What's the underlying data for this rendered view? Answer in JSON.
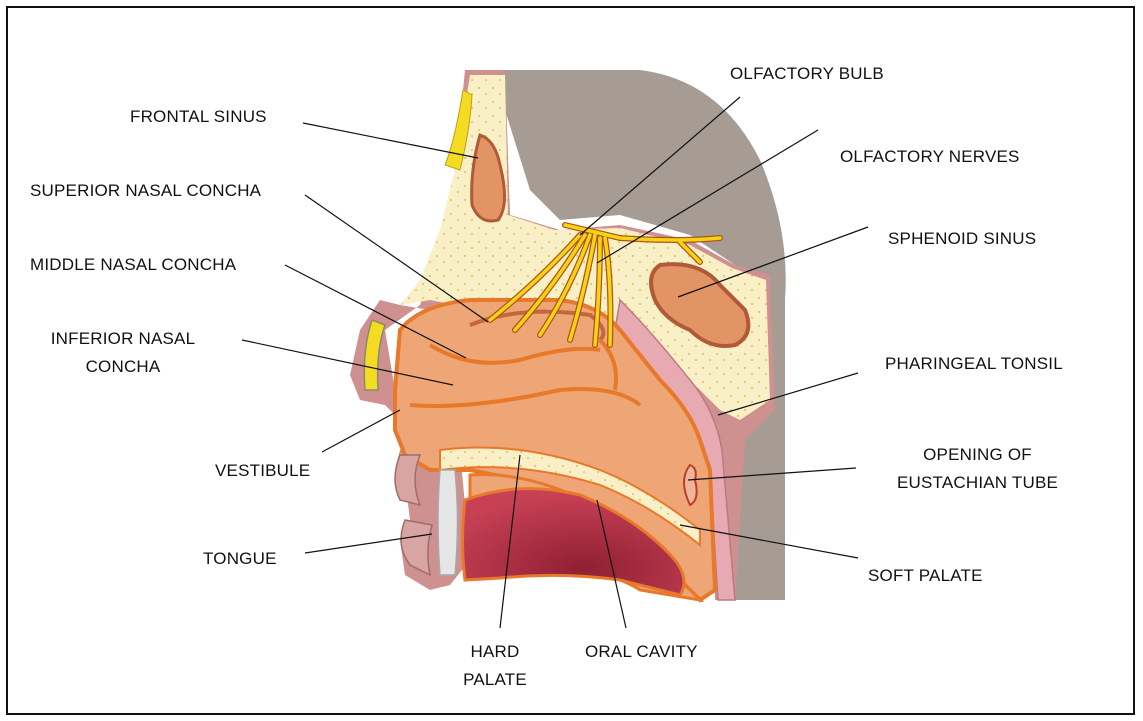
{
  "labels": {
    "frontal_sinus": "FRONTAL SINUS",
    "superior_nasal_concha": "SUPERIOR NASAL CONCHA",
    "middle_nasal_concha": "MIDDLE NASAL CONCHA",
    "inferior_nasal_concha_1": "INFERIOR NASAL",
    "inferior_nasal_concha_2": "CONCHA",
    "vestibule": "VESTIBULE",
    "tongue": "TONGUE",
    "hard_palate_1": "HARD",
    "hard_palate_2": "PALATE",
    "oral_cavity": "ORAL CAVITY",
    "olfactory_bulb": "OLFACTORY BULB",
    "olfactory_nerves": "OLFACTORY NERVES",
    "sphenoid_sinus": "SPHENOID SINUS",
    "pharyngeal_tonsil": "PHARINGEAL TONSIL",
    "eustachian_1": "OPENING OF",
    "eustachian_2": "EUSTACHIAN TUBE",
    "soft_palate": "SOFT PALATE"
  },
  "colors": {
    "skin": "#c98a8a",
    "bone": "#faf0c8",
    "bone_dots": "#e8cf7a",
    "brain": "#a39890",
    "cavity": "#eda377",
    "cavity_edge": "#e87a2c",
    "nerve": "#f2d21a",
    "mucosa": "#e8a7b0",
    "tongue": "#c13a4b",
    "lip": "#d9a9a9",
    "tooth": "#e4e4e4"
  }
}
